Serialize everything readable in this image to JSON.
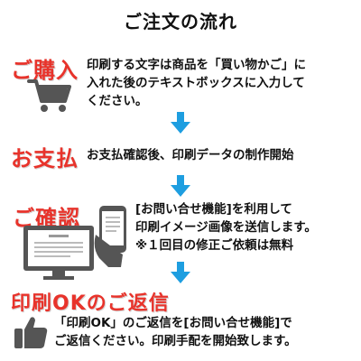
{
  "title": "ご注文の流れ",
  "steps": [
    {
      "label": "ご購入",
      "icon": "shopping-cart-icon",
      "lines": [
        "印刷する文字は商品を「買い物かご」に",
        "入れた後のテキストボックスに入力して",
        "ください。"
      ]
    },
    {
      "label": "お支払",
      "lines": [
        "お支払確認後、印刷データの制作開始"
      ]
    },
    {
      "label": "ご確認",
      "icon": "computer-and-smartphone-icon",
      "lines": [
        "[お問い合せ機能]を利用して",
        "印刷イメージ画像を送信します。",
        "※１回目の修正ご依頼は無料"
      ]
    },
    {
      "label": "印刷OKのご返信",
      "icon": "thumbs-up-icon",
      "lines": [
        "「印刷OK」のご返信を[お問い合せ機能]で",
        "ご返信ください。印刷手配を開始致します。"
      ]
    }
  ],
  "colors": {
    "accent_red": "#e8332b",
    "arrow_blue": "#1e9ee0",
    "icon_gray": "#555555"
  }
}
